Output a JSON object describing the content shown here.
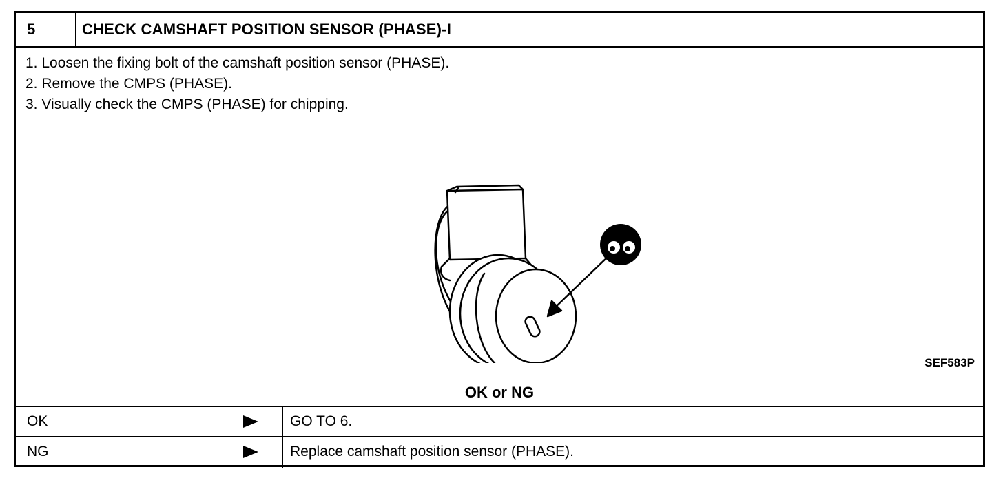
{
  "step": {
    "number": "5",
    "title": "CHECK CAMSHAFT POSITION SENSOR (PHASE)-I"
  },
  "instructions": [
    "1.  Loosen the fixing bolt of the camshaft position sensor (PHASE).",
    "2.  Remove the CMPS (PHASE).",
    "3.  Visually check the CMPS (PHASE) for chipping."
  ],
  "figure": {
    "code": "SEF583P",
    "icon": "inspect-eyes-icon"
  },
  "result_prompt": "OK or NG",
  "results": [
    {
      "key": "OK",
      "action": "GO TO 6."
    },
    {
      "key": "NG",
      "action": "Replace camshaft position sensor (PHASE)."
    }
  ]
}
